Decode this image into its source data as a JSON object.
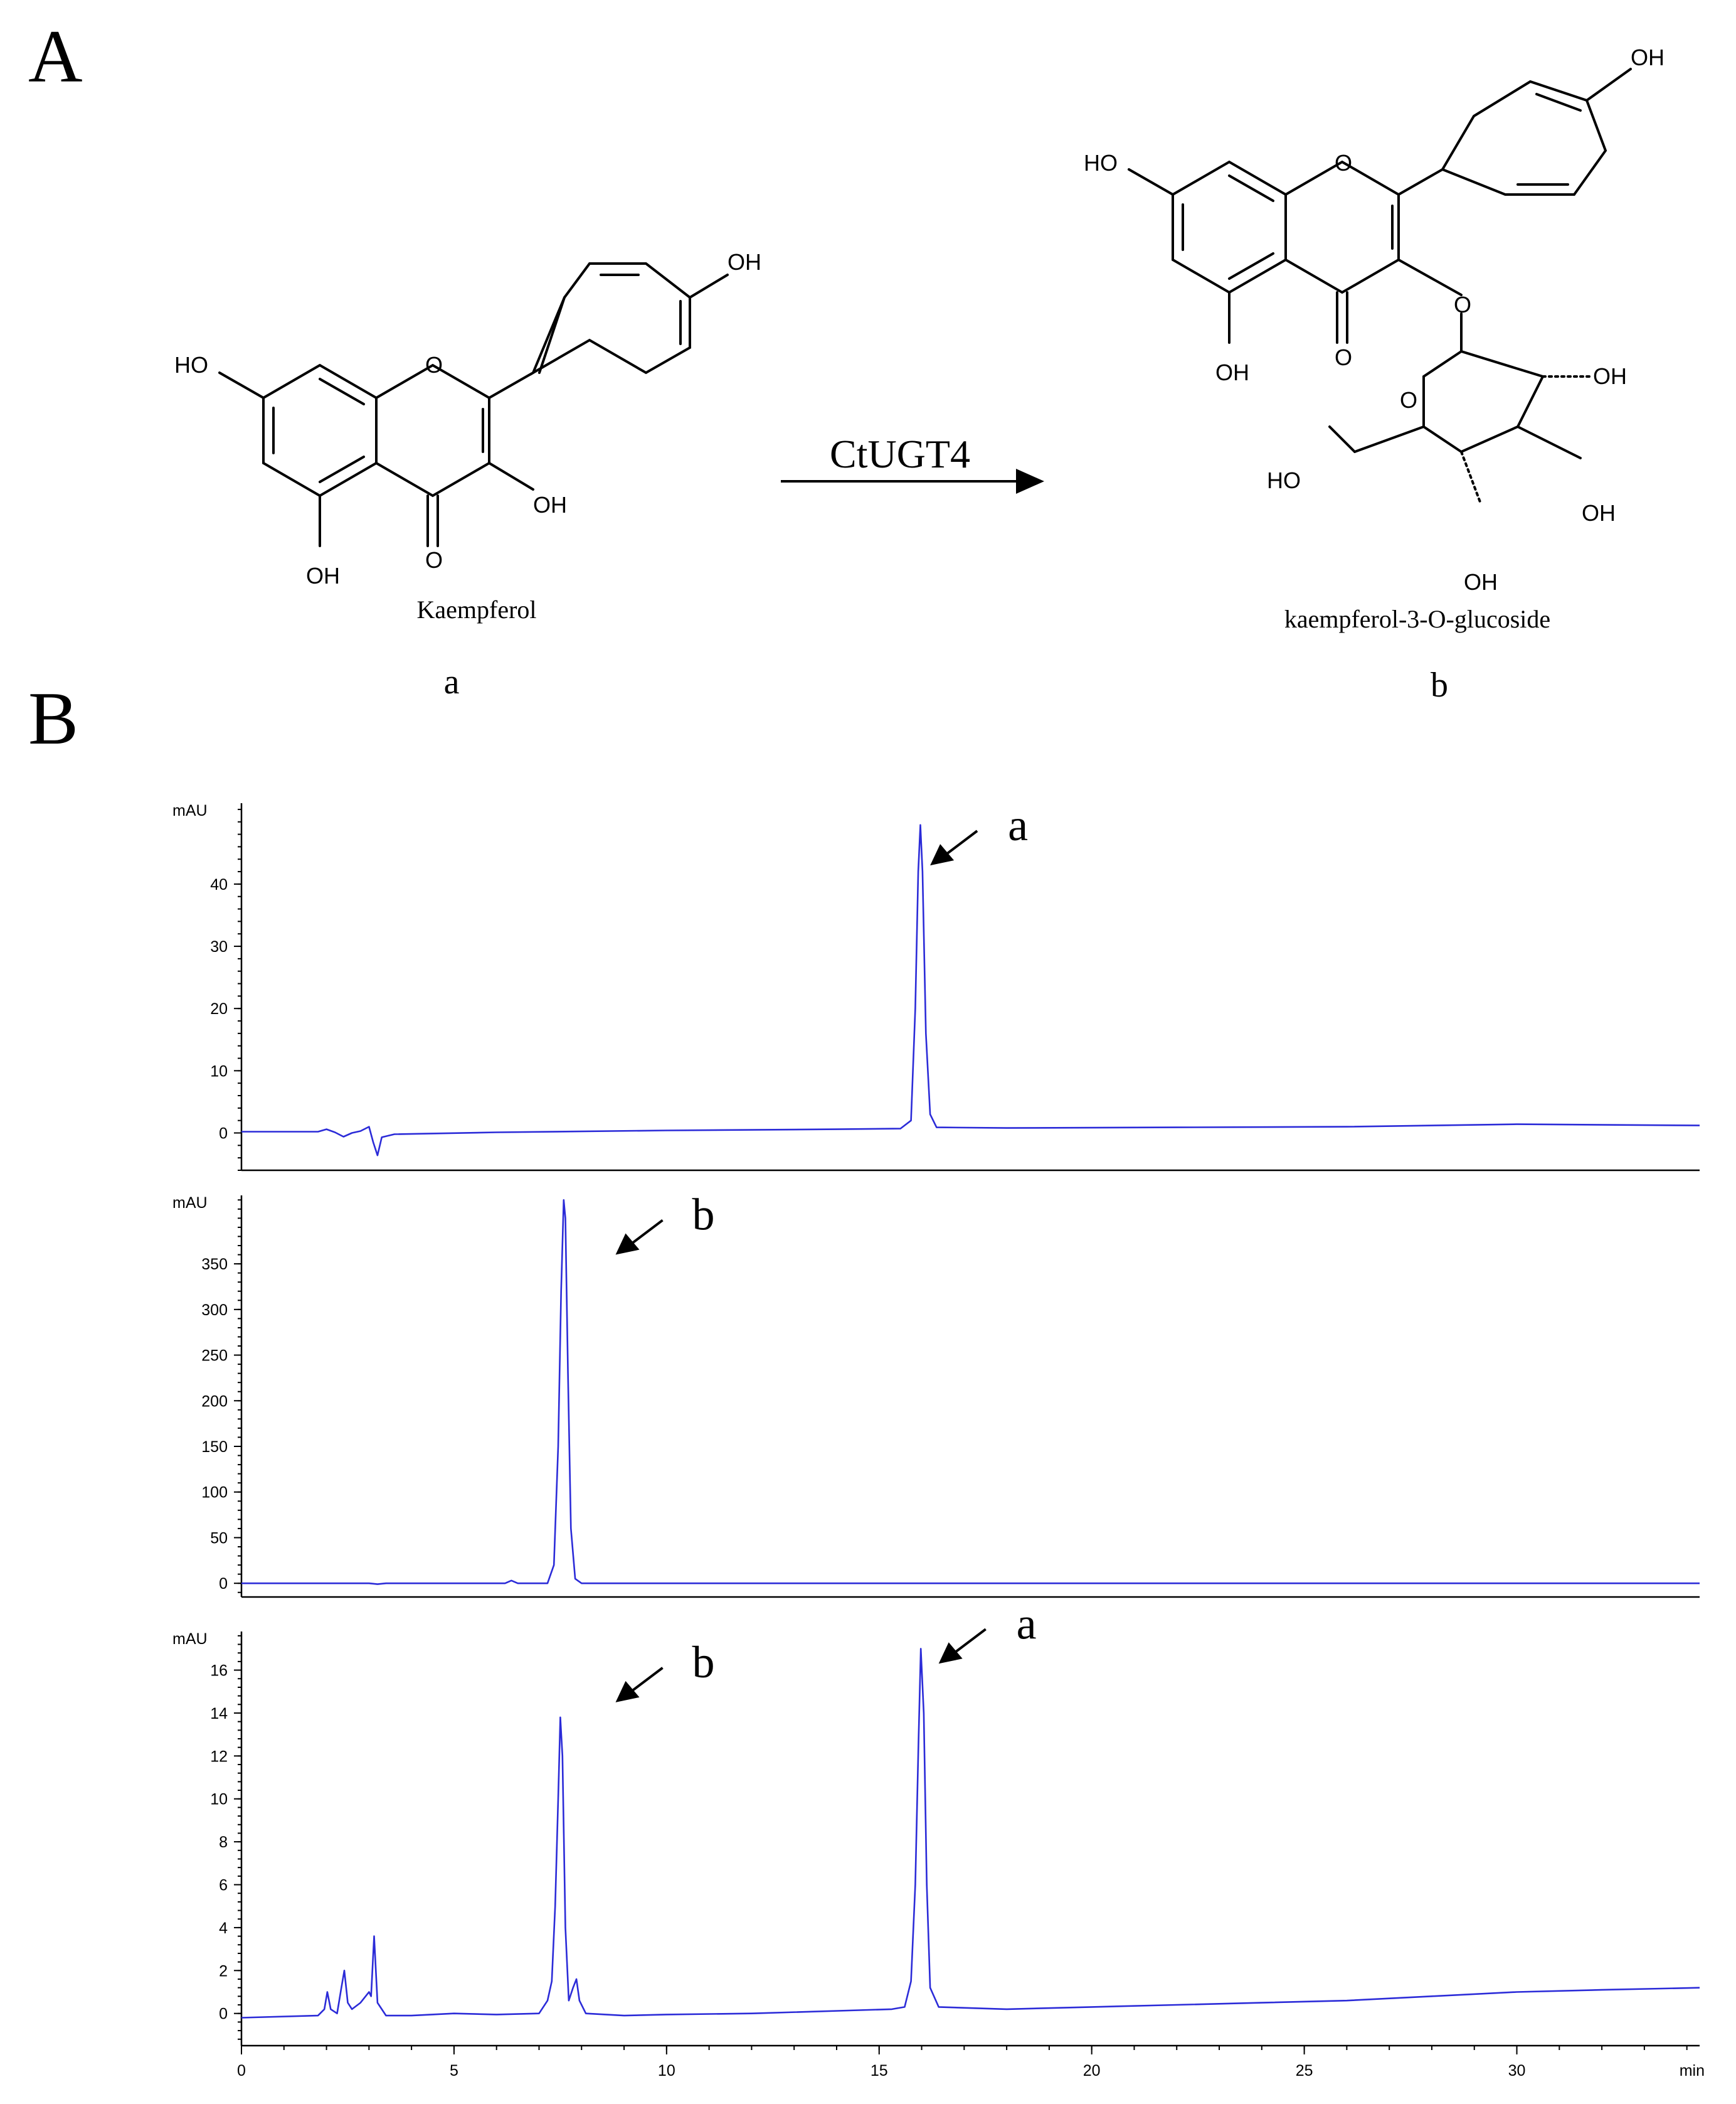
{
  "panel_labels": {
    "A": "A",
    "B": "B"
  },
  "reaction": {
    "substrate_name": "Kaempferol",
    "substrate_letter": "a",
    "enzyme": "CtUGT4",
    "product_name": "kaempferol-3-O-glucoside",
    "product_letter": "b",
    "atom_labels": {
      "OH": "OH",
      "HO": "HO",
      "O": "O"
    }
  },
  "chart_data": [
    {
      "type": "line",
      "ylabel": "mAU",
      "xlabel": "",
      "xlim": [
        0,
        34.3
      ],
      "ylim": [
        -6,
        53
      ],
      "yticks": [
        0,
        10,
        20,
        30,
        40
      ],
      "series": [
        {
          "points": [
            [
              0,
              0.2
            ],
            [
              1.8,
              0.2
            ],
            [
              2.0,
              0.6
            ],
            [
              2.2,
              0.1
            ],
            [
              2.4,
              -0.6
            ],
            [
              2.6,
              0.0
            ],
            [
              2.8,
              0.3
            ],
            [
              3.0,
              1.0
            ],
            [
              3.1,
              -1.5
            ],
            [
              3.2,
              -3.6
            ],
            [
              3.3,
              -0.7
            ],
            [
              3.6,
              -0.2
            ],
            [
              6,
              0.1
            ],
            [
              10,
              0.4
            ],
            [
              14,
              0.6
            ],
            [
              15.5,
              0.7
            ],
            [
              15.75,
              2
            ],
            [
              15.85,
              20
            ],
            [
              15.92,
              42
            ],
            [
              15.97,
              49.5
            ],
            [
              16.02,
              42
            ],
            [
              16.1,
              16
            ],
            [
              16.2,
              3
            ],
            [
              16.35,
              0.9
            ],
            [
              18,
              0.8
            ],
            [
              22,
              0.9
            ],
            [
              26,
              1.0
            ],
            [
              30,
              1.4
            ],
            [
              34.3,
              1.2
            ]
          ]
        }
      ],
      "annotations": [
        {
          "label": "a",
          "x": 16.2,
          "y": 43
        }
      ]
    },
    {
      "type": "line",
      "ylabel": "mAU",
      "xlabel": "",
      "xlim": [
        0,
        34.3
      ],
      "ylim": [
        -15,
        425
      ],
      "yticks": [
        0,
        50,
        100,
        150,
        200,
        250,
        300,
        350
      ],
      "series": [
        {
          "points": [
            [
              0,
              0
            ],
            [
              3,
              0
            ],
            [
              3.2,
              -1
            ],
            [
              3.4,
              0
            ],
            [
              6.2,
              0
            ],
            [
              6.35,
              3
            ],
            [
              6.5,
              0
            ],
            [
              7.2,
              0
            ],
            [
              7.35,
              20
            ],
            [
              7.45,
              150
            ],
            [
              7.52,
              320
            ],
            [
              7.58,
              420
            ],
            [
              7.62,
              400
            ],
            [
              7.68,
              230
            ],
            [
              7.75,
              60
            ],
            [
              7.85,
              5
            ],
            [
              8.0,
              0
            ],
            [
              12,
              0
            ],
            [
              20,
              0
            ],
            [
              28,
              0
            ],
            [
              34.3,
              0
            ]
          ]
        }
      ],
      "annotations": [
        {
          "label": "b",
          "x": 8.8,
          "y": 360
        }
      ]
    },
    {
      "type": "line",
      "ylabel": "mAU",
      "xlabel": "",
      "xlim": [
        0,
        34.3
      ],
      "ylim": [
        -1.5,
        17.8
      ],
      "yticks": [
        0,
        2,
        4,
        6,
        8,
        10,
        12,
        14,
        16
      ],
      "xticks": [
        0,
        5,
        10,
        15,
        20,
        25,
        30
      ],
      "xunit": "min",
      "series": [
        {
          "points": [
            [
              0,
              -0.2
            ],
            [
              1.8,
              -0.1
            ],
            [
              1.95,
              0.2
            ],
            [
              2.02,
              1.0
            ],
            [
              2.1,
              0.2
            ],
            [
              2.25,
              0
            ],
            [
              2.35,
              1.2
            ],
            [
              2.42,
              2.0
            ],
            [
              2.5,
              0.5
            ],
            [
              2.6,
              0.2
            ],
            [
              2.8,
              0.5
            ],
            [
              3.0,
              1.0
            ],
            [
              3.05,
              0.8
            ],
            [
              3.12,
              3.6
            ],
            [
              3.2,
              0.5
            ],
            [
              3.4,
              -0.1
            ],
            [
              4,
              -0.1
            ],
            [
              5,
              0.0
            ],
            [
              6,
              -0.05
            ],
            [
              7.0,
              0.0
            ],
            [
              7.2,
              0.6
            ],
            [
              7.3,
              1.5
            ],
            [
              7.38,
              5
            ],
            [
              7.45,
              10
            ],
            [
              7.5,
              13.8
            ],
            [
              7.55,
              12
            ],
            [
              7.62,
              4
            ],
            [
              7.7,
              0.6
            ],
            [
              7.8,
              1.2
            ],
            [
              7.88,
              1.6
            ],
            [
              7.95,
              0.6
            ],
            [
              8.1,
              0.0
            ],
            [
              9,
              -0.1
            ],
            [
              10,
              -0.05
            ],
            [
              12,
              0.0
            ],
            [
              15.3,
              0.2
            ],
            [
              15.6,
              0.3
            ],
            [
              15.75,
              1.5
            ],
            [
              15.85,
              6
            ],
            [
              15.93,
              13
            ],
            [
              15.98,
              17
            ],
            [
              16.05,
              14
            ],
            [
              16.12,
              6
            ],
            [
              16.2,
              1.2
            ],
            [
              16.4,
              0.3
            ],
            [
              18,
              0.2
            ],
            [
              20,
              0.3
            ],
            [
              22,
              0.4
            ],
            [
              24,
              0.5
            ],
            [
              26,
              0.6
            ],
            [
              28,
              0.8
            ],
            [
              30,
              1.0
            ],
            [
              32,
              1.1
            ],
            [
              34.3,
              1.2
            ]
          ]
        }
      ],
      "annotations": [
        {
          "label": "b",
          "x": 8.8,
          "y": 14.5
        },
        {
          "label": "a",
          "x": 16.4,
          "y": 16.3
        }
      ]
    }
  ],
  "colors": {
    "trace": "#2b2bd8",
    "ink": "#000000"
  }
}
